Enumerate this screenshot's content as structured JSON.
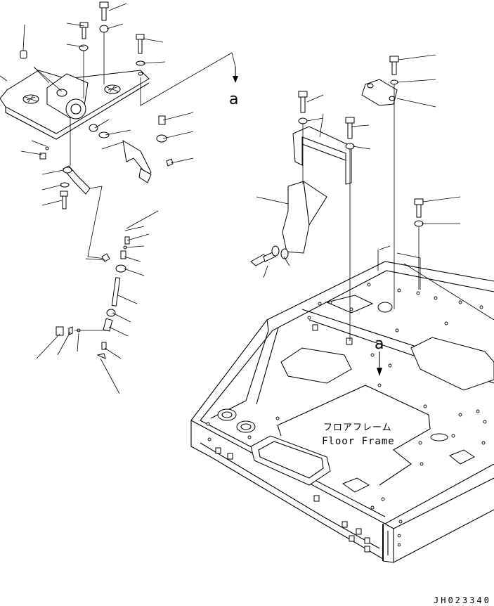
{
  "diagram": {
    "frame_label_jp": "フロアフレーム",
    "frame_label_en": "Floor Frame",
    "view_marker_top": "a",
    "view_marker_frame": "a",
    "drawing_code": "JH023340"
  }
}
